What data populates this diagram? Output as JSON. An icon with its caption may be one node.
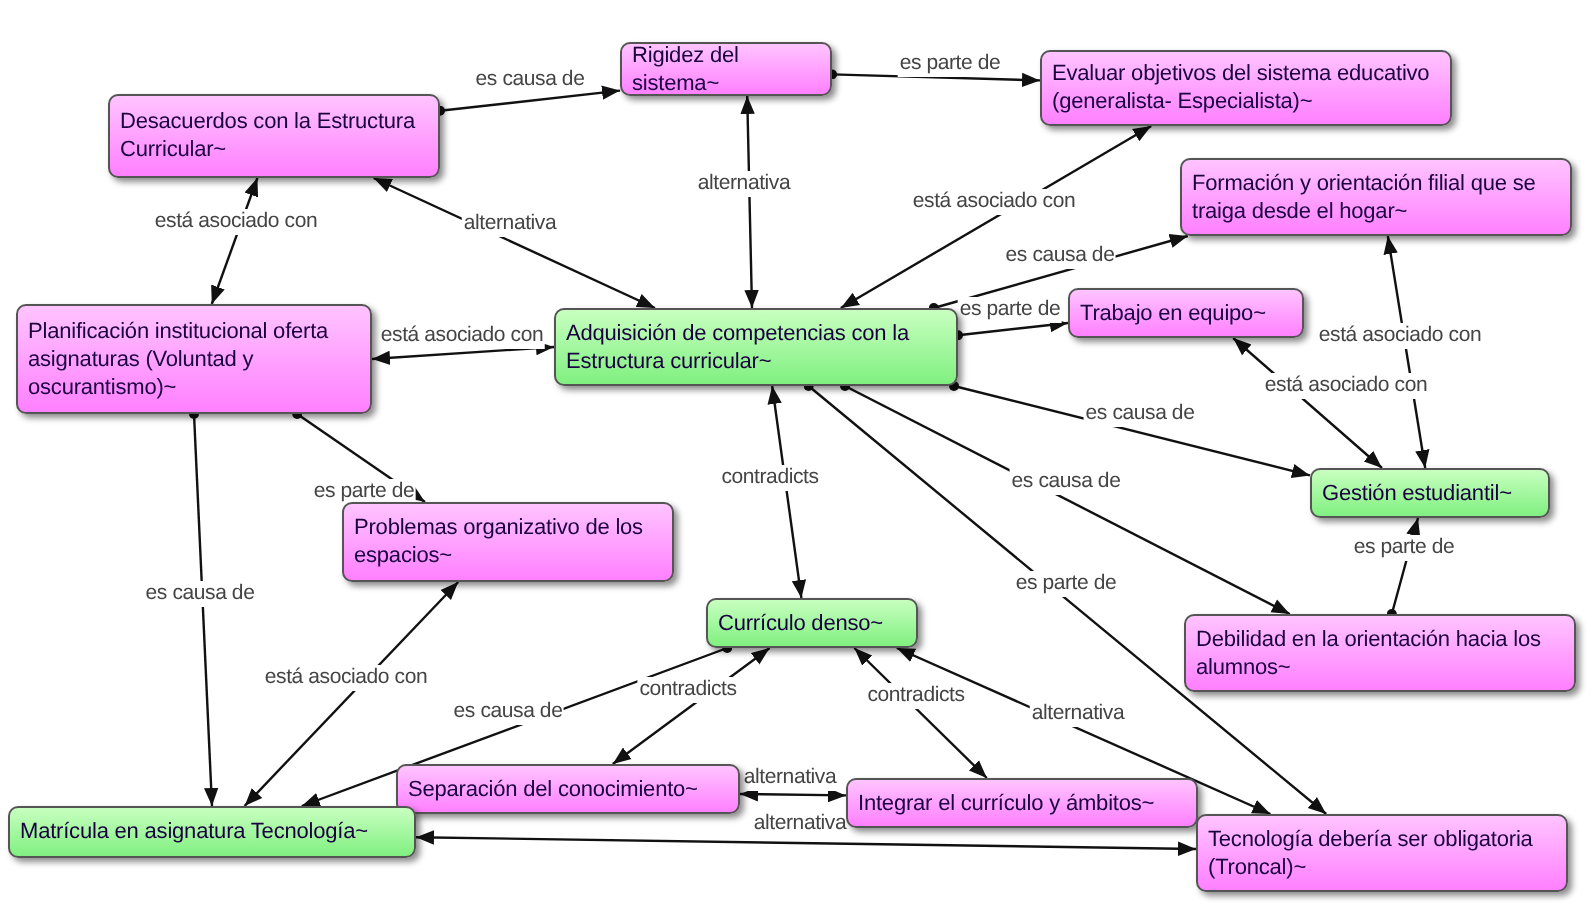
{
  "diagram": {
    "nodes": [
      {
        "text": [
          "Rigidez del sistema~"
        ]
      },
      {
        "text": [
          "Desacuerdos con la Estructura Curricular~"
        ]
      },
      {
        "text": [
          "Evaluar objetivos del sistema educativo (generalista- Especialista)~"
        ]
      },
      {
        "text": [
          "Formación y orientación filial que se traiga desde el hogar~"
        ]
      },
      {
        "text": [
          "Planificación institucional  oferta asignaturas (Voluntad y oscurantismo)~"
        ]
      },
      {
        "text": [
          "Adquisición  de competencias con la Estructura curricular~"
        ]
      },
      {
        "text": [
          "Trabajo en equipo~"
        ]
      },
      {
        "text": [
          "Gestión estudiantil~"
        ]
      },
      {
        "text": [
          "Problemas organizativo de los espacios~"
        ]
      },
      {
        "text": [
          "Currículo denso~"
        ]
      },
      {
        "text": [
          "Debilidad en la orientación hacia los alumnos~"
        ]
      },
      {
        "text": [
          "Separación del conocimiento~"
        ]
      },
      {
        "text": [
          "Integrar el currículo y ámbitos~"
        ]
      },
      {
        "text": [
          "Matrícula en asignatura Tecnología~"
        ]
      },
      {
        "text": [
          "Tecnología debería ser obligatoria (Troncal)~"
        ]
      }
    ],
    "edges": [
      {
        "from": 1,
        "to": 0,
        "arrow": "to",
        "label": "es causa de"
      },
      {
        "from": 0,
        "to": 2,
        "arrow": "to",
        "label": "es parte de"
      },
      {
        "from": 1,
        "to": 4,
        "arrow": "both",
        "label": "está asociado con"
      },
      {
        "from": 1,
        "to": 5,
        "arrow": "both",
        "label": "alternativa"
      },
      {
        "from": 0,
        "to": 5,
        "arrow": "both",
        "label": "alternativa"
      },
      {
        "from": 5,
        "to": 2,
        "arrow": "both",
        "label": "está asociado con"
      },
      {
        "from": 5,
        "to": 3,
        "arrow": "to",
        "label": "es causa de"
      },
      {
        "from": 5,
        "to": 6,
        "arrow": "to",
        "label": "es parte de"
      },
      {
        "from": 4,
        "to": 5,
        "arrow": "both",
        "label": "está asociado con"
      },
      {
        "from": 6,
        "to": 7,
        "arrow": "both",
        "label": "está asociado con"
      },
      {
        "from": 3,
        "to": 7,
        "arrow": "both",
        "label": "está asociado con"
      },
      {
        "from": 5,
        "to": 7,
        "arrow": "to",
        "label": "es causa de"
      },
      {
        "from": 5,
        "to": 10,
        "arrow": "to",
        "label": "es causa de"
      },
      {
        "from": 5,
        "to": 14,
        "arrow": "to",
        "label": "es parte de"
      },
      {
        "from": 5,
        "to": 9,
        "arrow": "both",
        "label": "contradicts"
      },
      {
        "from": 10,
        "to": 7,
        "arrow": "to",
        "label": "es parte de"
      },
      {
        "from": 4,
        "to": 8,
        "arrow": "to",
        "label": "es parte de"
      },
      {
        "from": 4,
        "to": 13,
        "arrow": "to",
        "label": "es causa de"
      },
      {
        "from": 13,
        "to": 8,
        "arrow": "both",
        "label": "está asociado con"
      },
      {
        "from": 9,
        "to": 13,
        "arrow": "to",
        "label": "es causa de"
      },
      {
        "from": 9,
        "to": 11,
        "arrow": "both",
        "label": "contradicts"
      },
      {
        "from": 9,
        "to": 12,
        "arrow": "both",
        "label": "contradicts"
      },
      {
        "from": 9,
        "to": 14,
        "arrow": "both",
        "label": "alternativa"
      },
      {
        "from": 12,
        "to": 11,
        "arrow": "both",
        "label": "alternativa"
      },
      {
        "from": 14,
        "to": 13,
        "arrow": "both",
        "label": "alternativa"
      }
    ]
  }
}
